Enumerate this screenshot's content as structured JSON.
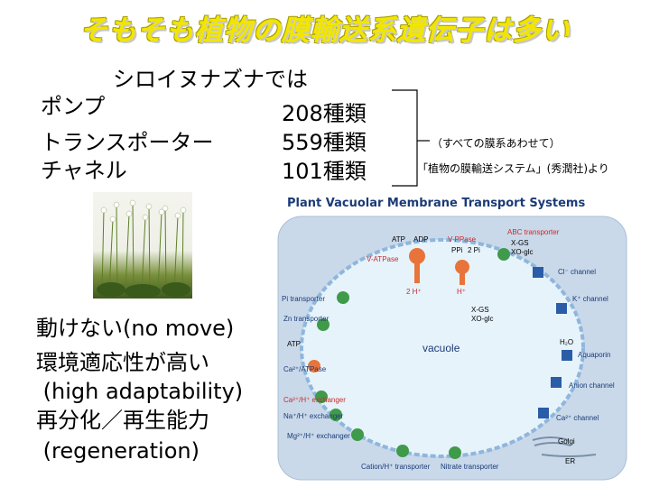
{
  "title": "そもそも植物の膜輸送系遺伝子は多い",
  "subtitle": "シロイヌナズナでは",
  "counts": [
    {
      "label": "ポンプ",
      "value": "208種類"
    },
    {
      "label": "トランスポーター",
      "value": "559種類"
    },
    {
      "label": "チャネル",
      "value": "101種類"
    }
  ],
  "note1": "（すべての膜系あわせて）",
  "note2": "「植物の膜輸送システム」(秀潤社)より",
  "traits": [
    "動けない(no move)",
    "環境適応性が高い",
    " (high adaptability)",
    "再分化／再生能力",
    " (regeneration)"
  ],
  "diagram": {
    "title": "Plant Vacuolar Membrane Transport Systems",
    "vacuole": "vacuole",
    "labels": {
      "v_ppase": "V-PPase",
      "abc": "ABC transporter",
      "v_atpase": "V-ATPase",
      "cl_channel": "Cl⁻ channel",
      "k_channel": "K⁺ channel",
      "pi_transporter": "Pi transporter",
      "zn_transporter": "Zn transporter",
      "aquaporin": "Aquaporin",
      "anion_channel": "Anion channel",
      "ca_atpase": "Ca²⁺/ATPase",
      "ca_h_exchanger": "Ca²⁺/H⁺ exchanger",
      "na_h_exchanger": "Na⁺/H⁺ exchanger",
      "mg_h_exchanger": "Mg²⁺/H⁺ exchanger",
      "ca_channel": "Ca²⁺ channel",
      "cation_h": "Cation/H⁺ transporter",
      "nitrate": "Nitrate transporter",
      "golgi": "Golgi",
      "er": "ER",
      "atp": "ATP",
      "adp": "ADP",
      "ppi": "PPi",
      "two_pi": "2 Pi",
      "x_gs": "X-GS",
      "xo_glc": "XO-glc",
      "two_h": "2 H⁺",
      "h_plus": "H⁺",
      "h2o": "H₂O"
    }
  },
  "colors": {
    "title_yellow": "#f2e600",
    "cell_fill": "#c9d9ea",
    "vacuole_fill": "#e6f3fb",
    "membrane_dash": "#8fb6dc",
    "pump_orange": "#e8743b",
    "transporter_green": "#3f9a4a",
    "channel_blue": "#2a5ca8",
    "label_red": "#cc2a2a",
    "label_blue": "#1b3b78"
  }
}
